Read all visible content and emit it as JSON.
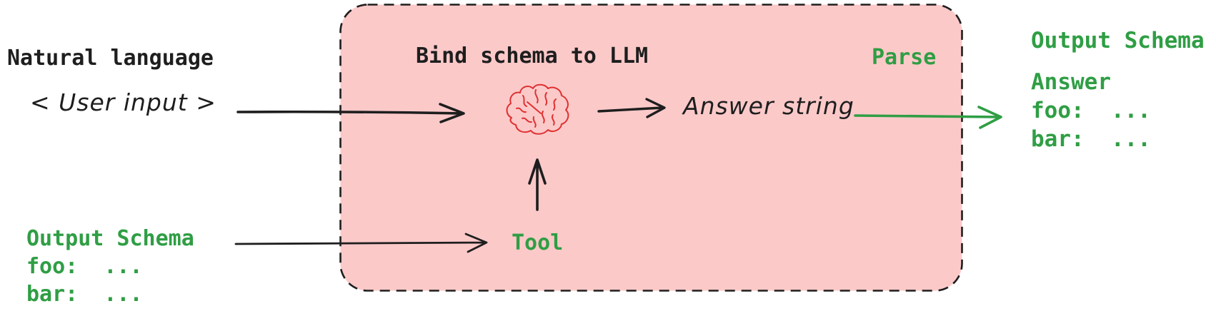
{
  "diagram": {
    "left": {
      "natural_language_label": "Natural language",
      "user_input_label": "< User input >",
      "output_schema_title": "Output Schema",
      "output_schema_lines": [
        "foo:  ...",
        "bar:  ..."
      ]
    },
    "bound_box": {
      "title": "Bind schema to LLM",
      "parse_label": "Parse",
      "answer_string_label": "Answer string",
      "tool_label": "Tool",
      "brain_icon_name": "brain"
    },
    "right": {
      "output_schema_title": "Output Schema",
      "answer_label": "Answer",
      "output_lines": [
        "foo:  ...",
        "bar:  ..."
      ]
    }
  },
  "colors": {
    "background": "#ffffff",
    "box_fill": "#fcc9c9",
    "box_border": "#1e1e1e",
    "text_dark": "#1e1e1e",
    "accent_green": "#2f9e44",
    "brain_red": "#e03131"
  }
}
